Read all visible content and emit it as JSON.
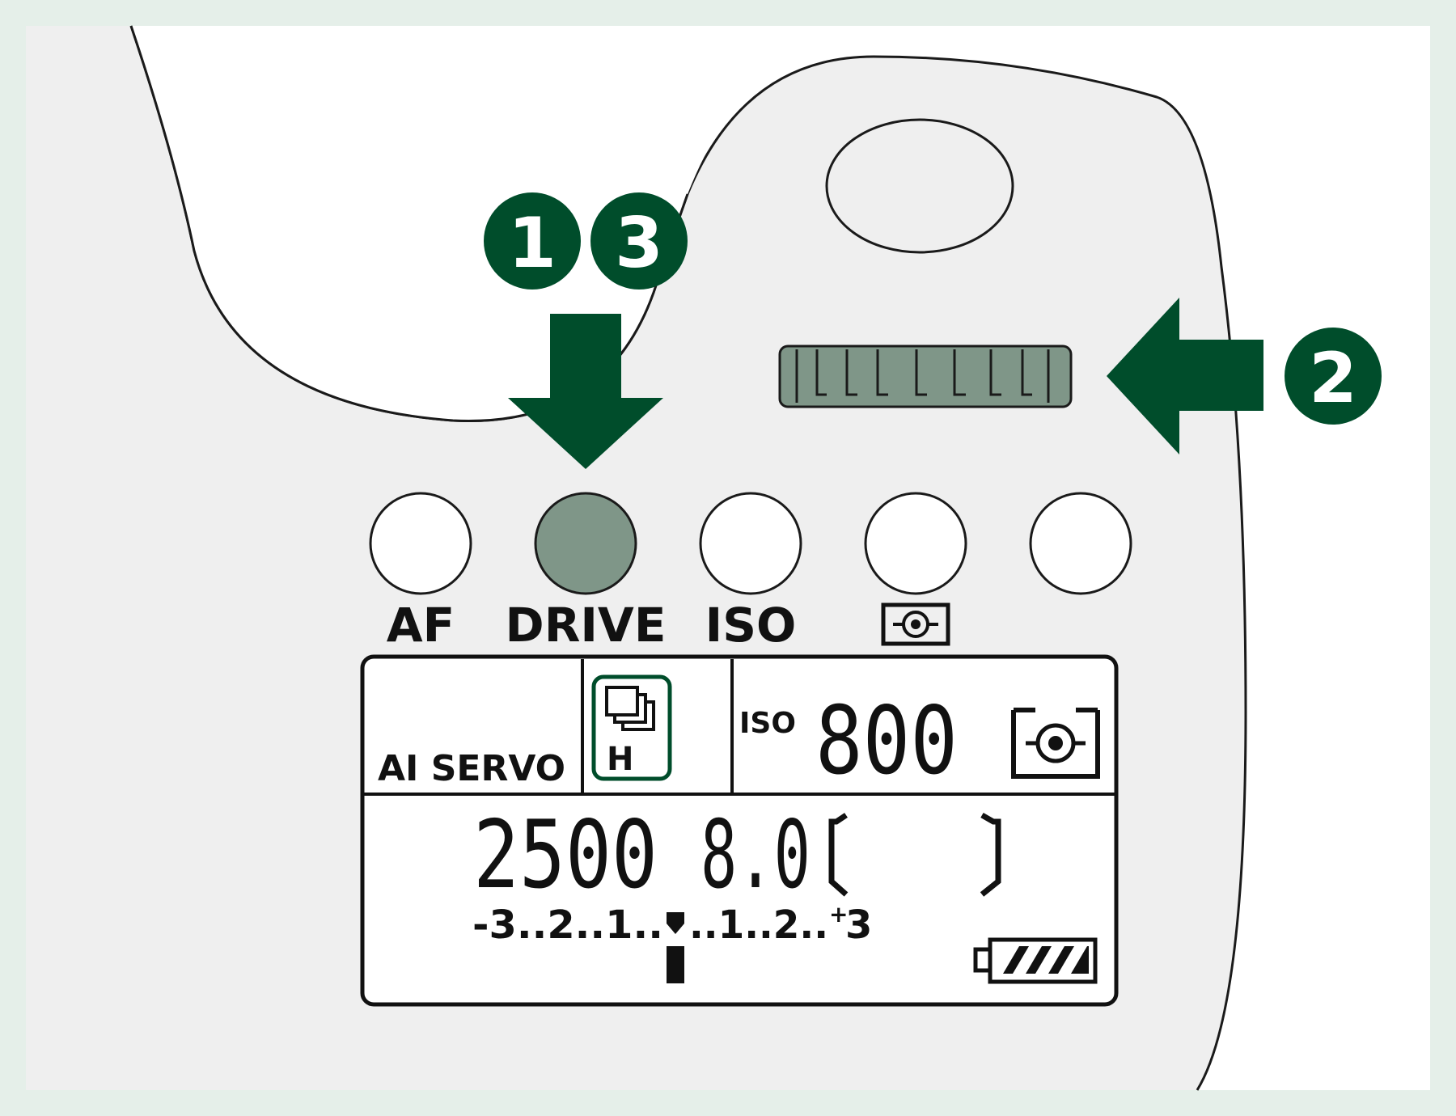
{
  "buttons": [
    {
      "label": "AF",
      "active": false
    },
    {
      "label": "DRIVE",
      "active": true
    },
    {
      "label": "ISO",
      "active": false
    },
    {
      "label": "",
      "icon": "metering-icon",
      "active": false
    },
    {
      "label": "",
      "active": false
    }
  ],
  "callouts": {
    "step1": "1",
    "step3": "3",
    "step2": "2"
  },
  "lcd": {
    "af_mode": "AI SERVO",
    "drive_mode": "H",
    "drive_icon": "continuous-shooting-icon",
    "iso_label": "ISO",
    "iso_value": "800",
    "metering_icon": "evaluative-metering-icon",
    "shutter": "2500",
    "aperture": "8.0",
    "exposure_scale": {
      "left": "-3..2..1..",
      "right": "..1..2..",
      "plus": "+",
      "end": "3"
    },
    "battery_icon": "battery-full-icon"
  },
  "colors": {
    "accent": "#004d2b",
    "highlight": "#7f9688",
    "body": "#efefef",
    "background": "#e5efe9"
  }
}
